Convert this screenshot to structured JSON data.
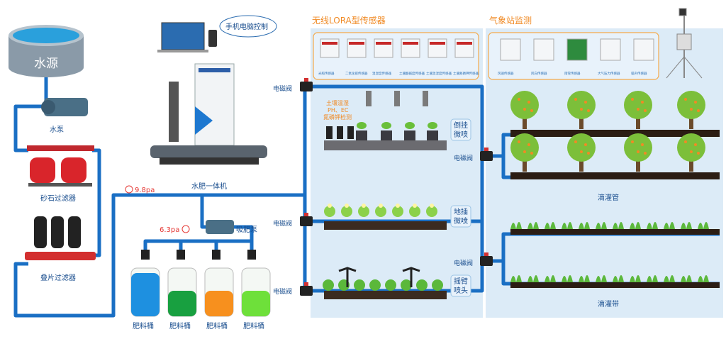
{
  "source": {
    "label": "水源"
  },
  "pump": {
    "label": "水泵"
  },
  "sand_filter": {
    "label": "砂石过滤器"
  },
  "disc_filter": {
    "label": "叠片过滤器"
  },
  "pressure_main": {
    "value": "9.8pa"
  },
  "pressure_fert": {
    "value": "6.3pa"
  },
  "fert_pump": {
    "label": "吸肥泵"
  },
  "machine": {
    "label": "水肥一体机"
  },
  "control": {
    "label": "手机电脑控制"
  },
  "barrels": [
    {
      "label": "肥料桶",
      "color": "#1e90e0"
    },
    {
      "label": "肥料桶",
      "color": "#18a040"
    },
    {
      "label": "肥料桶",
      "color": "#f7901e"
    },
    {
      "label": "肥料桶",
      "color": "#6ee03a"
    }
  ],
  "valve_label": "电磁阀",
  "lora": {
    "title": "无线LORA型传感器",
    "sensors": [
      "光照传感器",
      "二氧化碳传感器",
      "温湿度传感器",
      "土壤酸碱度传感器",
      "土壤温湿度传感器",
      "土壤氮磷钾传感器"
    ],
    "soil_probe_label": [
      "土壤温湿",
      "PH、EC",
      "氮磷钾检测"
    ]
  },
  "weather": {
    "title": "气象站监测",
    "sensors": [
      "风速传感器",
      "风向传感器",
      "雨雪传感器",
      "大气压力传感器",
      "噪声传感器"
    ]
  },
  "zones": {
    "hanging": [
      "倒挂",
      "微喷"
    ],
    "ground": [
      "地插",
      "微喷"
    ],
    "rocker": [
      "摇臂",
      "喷头"
    ],
    "drip_pipe": "滴灌管",
    "drip_tape": "滴灌带"
  },
  "colors": {
    "pipe": "#1a6fc4",
    "panel": "#dcebf7",
    "accent": "#f08a24",
    "label": "#1b4f8f"
  }
}
